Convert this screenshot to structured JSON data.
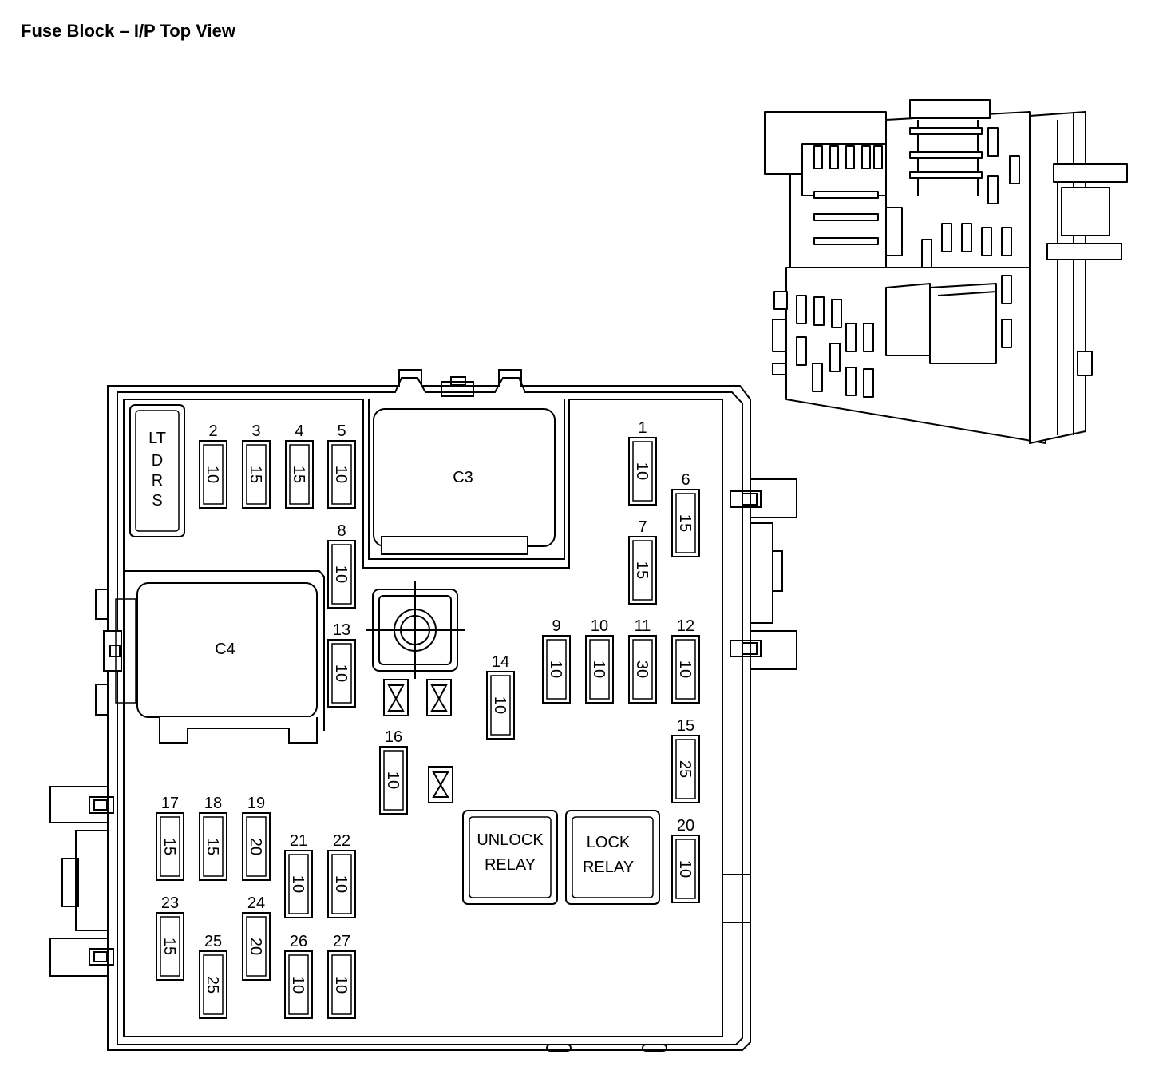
{
  "title": "Fuse Block – I/P Top View",
  "ltdrs_lines": [
    "LT",
    "D",
    "R",
    "S"
  ],
  "connectors": {
    "c3": "C3",
    "c4": "C4"
  },
  "relays": {
    "unlock": [
      "UNLOCK",
      "RELAY"
    ],
    "lock": [
      "LOCK",
      "RELAY"
    ]
  },
  "fuses": [
    {
      "num": "1",
      "amp": "10"
    },
    {
      "num": "2",
      "amp": "10"
    },
    {
      "num": "3",
      "amp": "15"
    },
    {
      "num": "4",
      "amp": "15"
    },
    {
      "num": "5",
      "amp": "10"
    },
    {
      "num": "6",
      "amp": "15"
    },
    {
      "num": "7",
      "amp": "15"
    },
    {
      "num": "8",
      "amp": "10"
    },
    {
      "num": "9",
      "amp": "10"
    },
    {
      "num": "10",
      "amp": "10"
    },
    {
      "num": "11",
      "amp": "30"
    },
    {
      "num": "12",
      "amp": "10"
    },
    {
      "num": "13",
      "amp": "10"
    },
    {
      "num": "14",
      "amp": "10"
    },
    {
      "num": "15",
      "amp": "25"
    },
    {
      "num": "16",
      "amp": "10"
    },
    {
      "num": "17",
      "amp": "15"
    },
    {
      "num": "18",
      "amp": "15"
    },
    {
      "num": "19",
      "amp": "20"
    },
    {
      "num": "20",
      "amp": "10"
    },
    {
      "num": "21",
      "amp": "10"
    },
    {
      "num": "22",
      "amp": "10"
    },
    {
      "num": "23",
      "amp": "15"
    },
    {
      "num": "24",
      "amp": "20"
    },
    {
      "num": "25",
      "amp": "25"
    },
    {
      "num": "26",
      "amp": "10"
    },
    {
      "num": "27",
      "amp": "10"
    }
  ]
}
